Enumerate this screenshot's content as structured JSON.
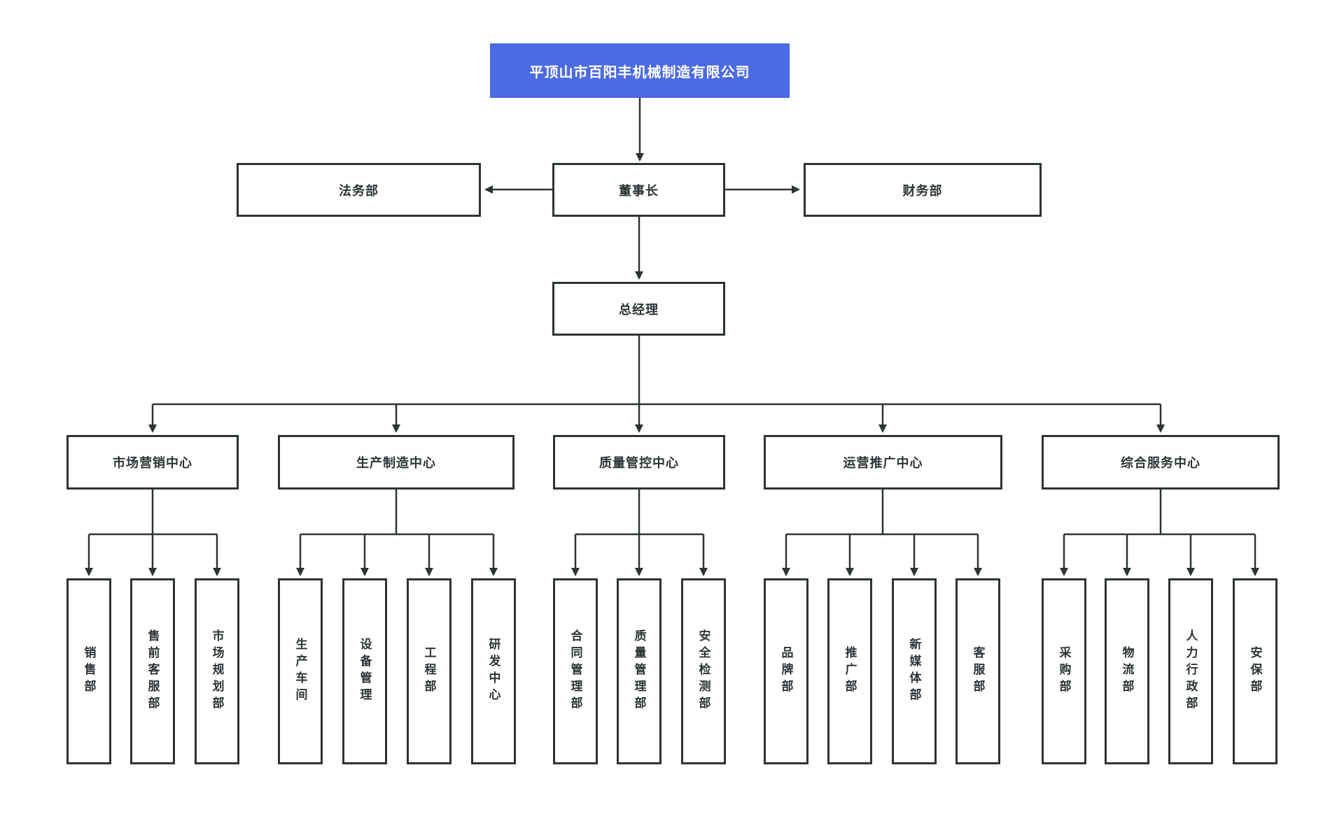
{
  "colors": {
    "accent_blue": "#4c6ae2",
    "line_color": "#2d3436",
    "text_dark": "#2d3436",
    "title_text": "#ffffff",
    "bg": "#ffffff"
  },
  "org_chart": {
    "company": {
      "name": "平顶山市百阳丰机械制造有限公司"
    },
    "chairman": {
      "label": "董事长"
    },
    "legal_dept": {
      "label": "法务部"
    },
    "finance_dept": {
      "label": "财务部"
    },
    "general_manager": {
      "label": "总经理"
    },
    "centers": [
      {
        "label": "市场营销中心",
        "departments": [
          "销售部",
          "售前客服部",
          "市场规划部"
        ]
      },
      {
        "label": "生产制造中心",
        "departments": [
          "生产车间",
          "设备管理",
          "工程部",
          "研发中心"
        ]
      },
      {
        "label": "质量管控中心",
        "departments": [
          "合同管理部",
          "质量管理部",
          "安全检测部"
        ]
      },
      {
        "label": "运营推广中心",
        "departments": [
          "品牌部",
          "推广部",
          "新媒体部",
          "客服部"
        ]
      },
      {
        "label": "综合服务中心",
        "departments": [
          "采购部",
          "物流部",
          "人力行政部",
          "安保部"
        ]
      }
    ]
  }
}
